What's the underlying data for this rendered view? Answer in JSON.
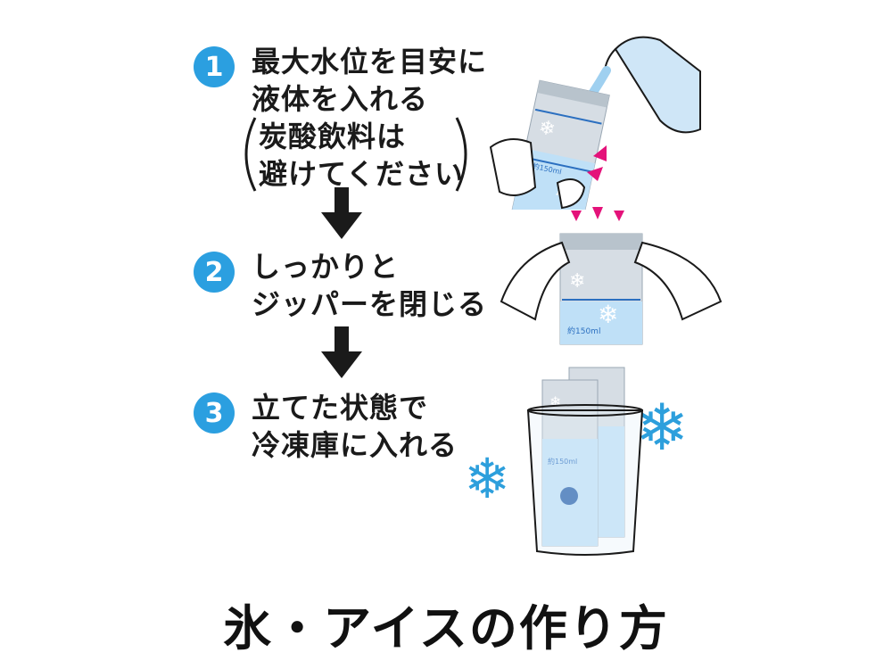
{
  "steps": [
    {
      "number": "1",
      "lines": [
        "最大水位を目安に",
        "液体を入れる"
      ],
      "note_lines": [
        "炭酸飲料は",
        "避けてください"
      ],
      "pouch_label": "約150ml"
    },
    {
      "number": "2",
      "lines": [
        "しっかりと",
        "ジッパーを閉じる"
      ],
      "pouch_label": "約150ml"
    },
    {
      "number": "3",
      "lines": [
        "立てた状態で",
        "冷凍庫に入れる"
      ],
      "pouch_label": "約150ml"
    }
  ],
  "title": "氷・アイスの作り方",
  "colors": {
    "accent_blue": "#2b9fe0",
    "pink_marks": "#e4127a",
    "snowflake": "#2d9fdc",
    "arrow": "#1a1a1a"
  }
}
